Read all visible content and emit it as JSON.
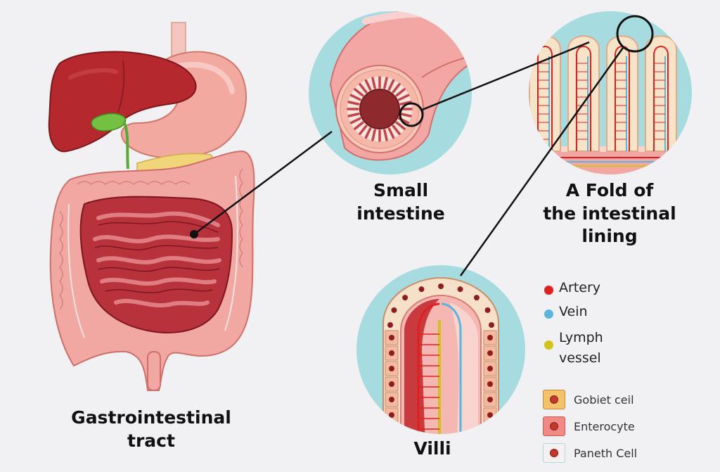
{
  "captions": {
    "gi_line1": "Gastrointestinal",
    "gi_line2": "tract",
    "small_line1": "Small",
    "small_line2": "intestine",
    "fold_line1": "A Fold of",
    "fold_line2": "the intestinal",
    "fold_line3": "lining",
    "villi": "Villi"
  },
  "legend": {
    "artery": "Artery",
    "vein": "Vein",
    "lymph_line1": "Lymph",
    "lymph_line2": "vessel",
    "goblet": "Gobiet ceil",
    "enterocyte": "Enterocyte",
    "paneth": "Paneth Cell"
  },
  "colors": {
    "artery": "#e02020",
    "vein": "#5ab4dc",
    "lymph": "#d4c21c",
    "background": "#f1f1f3",
    "circle_bg": "#a6dcdf"
  }
}
